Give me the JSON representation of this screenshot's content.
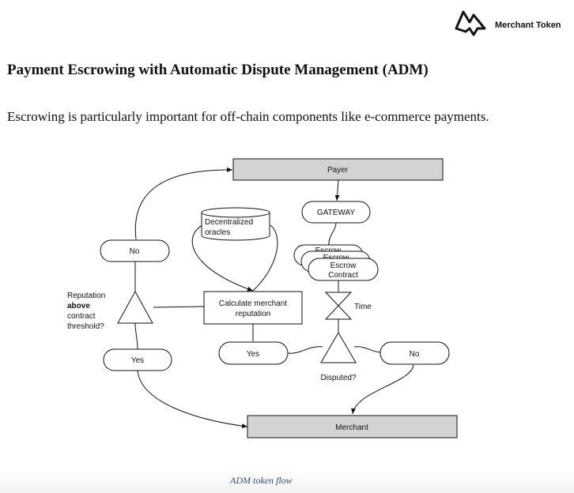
{
  "header": {
    "brand_name": "Merchant Token",
    "logo_icon": "merchant-token-mountain-logo"
  },
  "document": {
    "title": "Payment Escrowing with Automatic Dispute Management (ADM)",
    "intro": "Escrowing is particularly important for off-chain components like e-commerce payments."
  },
  "diagram": {
    "payer": "Payer",
    "gateway": "GATEWAY",
    "escrow_stack_back": "Escrow",
    "escrow_stack_middle": "Escrow",
    "escrow_front_line1": "Escrow",
    "escrow_front_line2": "Contract",
    "time_label": "Time",
    "oracles_line1": "Decentralized",
    "oracles_line2": "oracles",
    "reputation_line1": "Calculate merchant",
    "reputation_line2": "reputation",
    "threshold_line1": "Reputation",
    "threshold_line2_bold": "above",
    "threshold_line3": "contract",
    "threshold_line4": "threshold?",
    "no_top": "No",
    "yes_left": "Yes",
    "yes_middle": "Yes",
    "no_right": "No",
    "disputed": "Disputed?",
    "merchant": "Merchant",
    "colors": {
      "process_box_fill": "#d3d3d3",
      "stroke": "#111111"
    }
  },
  "footer": {
    "caption": "ADM token flow"
  }
}
